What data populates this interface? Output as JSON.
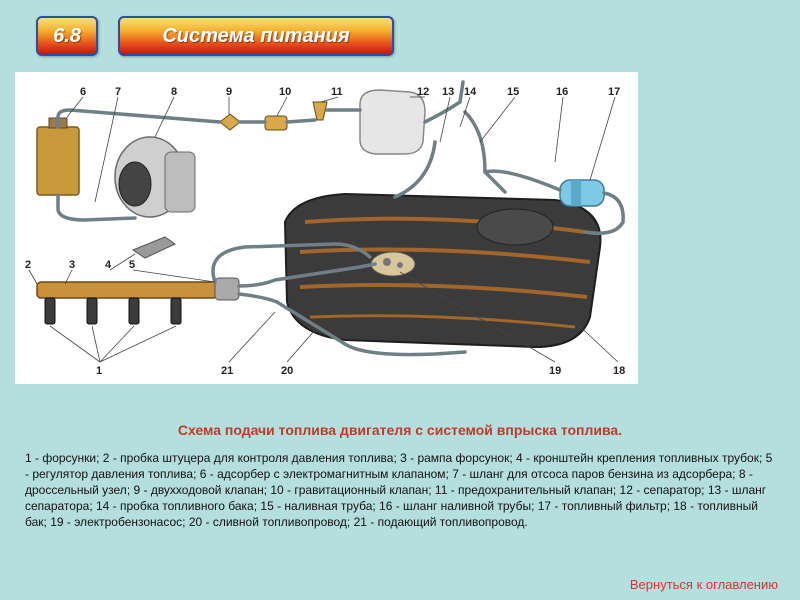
{
  "header": {
    "number": "6.8",
    "title": "Система питания"
  },
  "figure": {
    "callouts": [
      "1",
      "2",
      "3",
      "4",
      "5",
      "6",
      "7",
      "8",
      "9",
      "10",
      "11",
      "12",
      "13",
      "14",
      "15",
      "16",
      "17",
      "18",
      "19",
      "20",
      "21"
    ]
  },
  "caption": {
    "text": "Схема подачи топлива двигателя с системой впрыска топлива."
  },
  "legend": {
    "text": "1 - форсунки; 2 - пробка штуцера для контроля давления топлива; 3 - рампа форсунок; 4 - кронштейн крепления топливных трубок; 5 - регулятор давления топлива; 6 - адсорбер с электромагнитным клапаном; 7 - шланг для отсоса паров бензина из адсорбера; 8 - дроссельный узел; 9 - двухходовой клапан; 10 - гравитационный клапан; 11 - предохранительный клапан; 12 - сепаратор; 13 - шланг сепаратора; 14 - пробка топливного бака; 15 - наливная труба; 16 - шланг наливной трубы; 17 - топливный фильтр; 18 - топливный бак; 19 - электробензонасос; 20 - сливной топливопровод; 21 - подающий топливопровод."
  },
  "nav": {
    "back_label": "Вернуться к оглавлению"
  }
}
